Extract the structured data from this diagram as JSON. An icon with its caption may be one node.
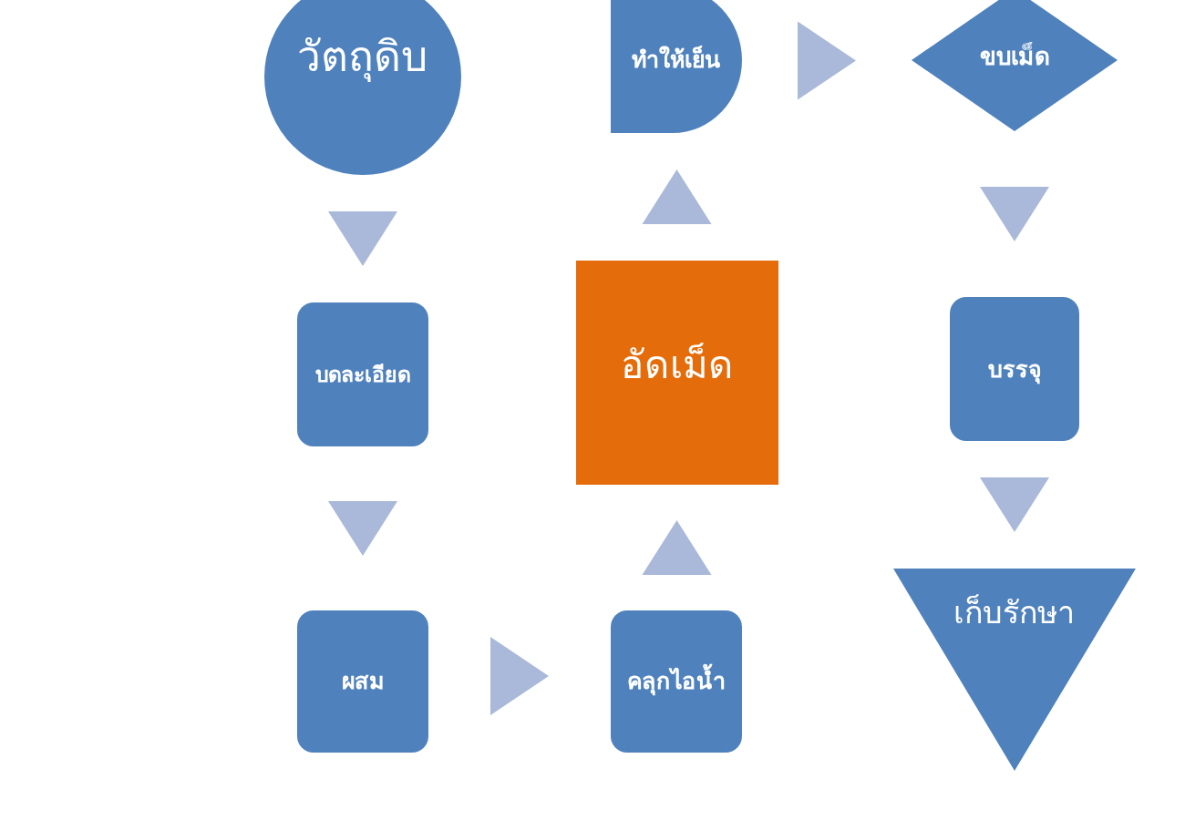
{
  "diagram": {
    "nodes": [
      {
        "text": [
          "วัตถุดิบ"
        ]
      },
      {
        "text": [
          "บดละเอียด"
        ]
      },
      {
        "text": [
          "ผสม"
        ]
      },
      {
        "text": [
          "คลุกไอน้ำ"
        ]
      },
      {
        "text": [
          "อัดเม็ด"
        ]
      },
      {
        "text": [
          "ทำให้เย็น"
        ]
      },
      {
        "text": [
          "ขบเม็ด"
        ]
      },
      {
        "text": [
          "บรรจุ"
        ]
      },
      {
        "text": [
          "เก็บรักษา"
        ]
      }
    ],
    "edges": [
      {
        "from": 0,
        "to": 1,
        "arrow": "to"
      },
      {
        "from": 1,
        "to": 2,
        "arrow": "to"
      },
      {
        "from": 2,
        "to": 3,
        "arrow": "to"
      },
      {
        "from": 3,
        "to": 4,
        "arrow": "to"
      },
      {
        "from": 4,
        "to": 5,
        "arrow": "to"
      },
      {
        "from": 5,
        "to": 6,
        "arrow": "to"
      },
      {
        "from": 6,
        "to": 7,
        "arrow": "to"
      },
      {
        "from": 7,
        "to": 8,
        "arrow": "to"
      }
    ]
  }
}
